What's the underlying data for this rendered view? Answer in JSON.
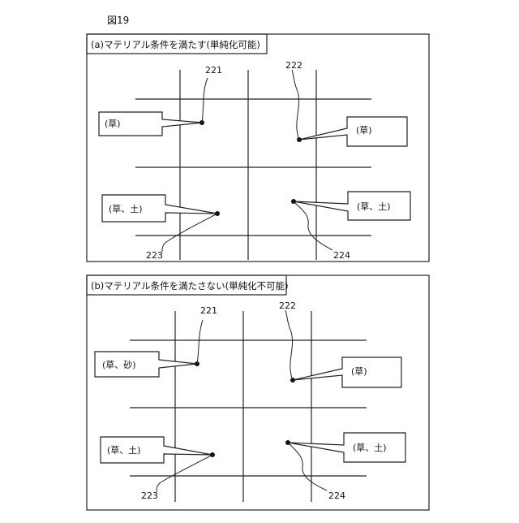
{
  "figure_label": "図19",
  "panels": [
    {
      "header": "(a)マテリアル条件を満たす(単純化可能)",
      "refs": {
        "r221": "221",
        "r222": "222",
        "r223": "223",
        "r224": "224"
      },
      "callouts": {
        "c221": "(草)",
        "c222": "(草)",
        "c223": "(草、土)",
        "c224": "(草、土)"
      }
    },
    {
      "header": "(b)マテリアル条件を満たさない(単純化不可能)",
      "refs": {
        "r221": "221",
        "r222": "222",
        "r223": "223",
        "r224": "224"
      },
      "callouts": {
        "c221": "(草、砂)",
        "c222": "(草)",
        "c223": "(草、土)",
        "c224": "(草、土)"
      }
    }
  ]
}
